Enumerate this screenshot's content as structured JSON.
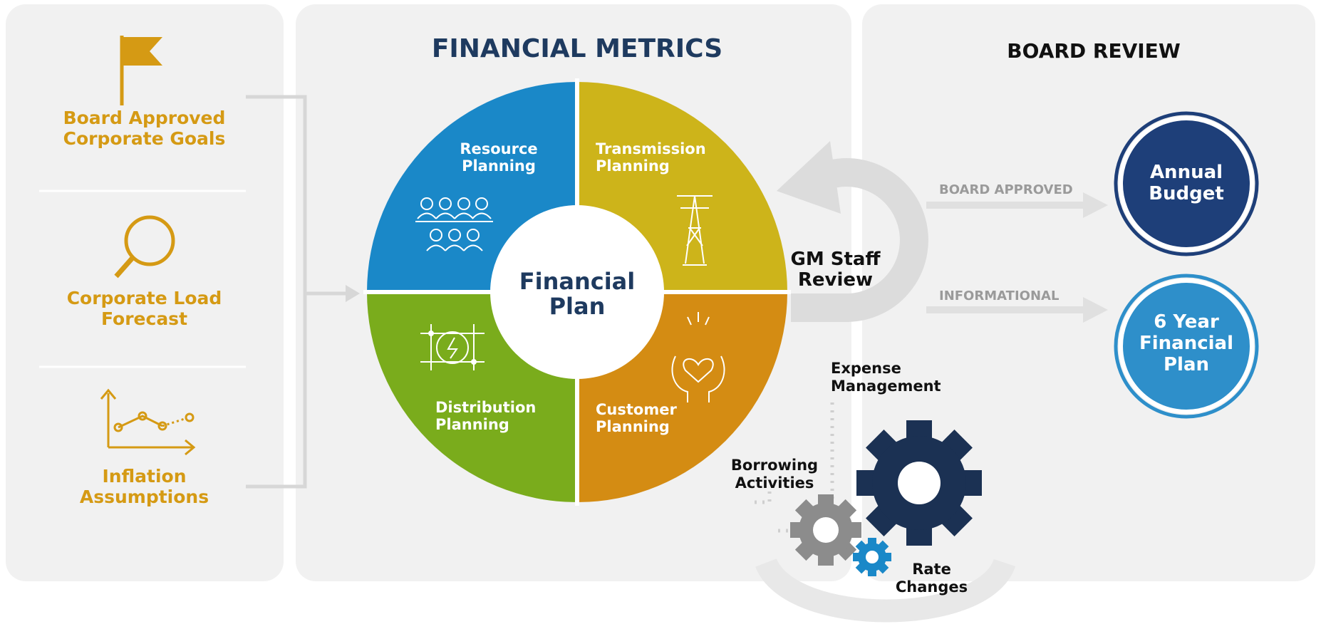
{
  "inputs": {
    "goals": "Board Approved Corporate Goals",
    "load": "Corporate Load Forecast",
    "inflation": "Inflation Assumptions"
  },
  "metrics": {
    "title": "FINANCIAL METRICS",
    "center": "Financial Plan",
    "quadrants": {
      "resource": "Resource Planning",
      "transmission": "Transmission Planning",
      "distribution": "Distribution Planning",
      "customer": "Customer Planning"
    }
  },
  "review": {
    "gm": "GM Staff Review",
    "board_title": "BOARD REVIEW",
    "board_approved": "BOARD APPROVED",
    "informational": "INFORMATIONAL",
    "budget": "Annual Budget",
    "six_year": "6 Year Financial Plan"
  },
  "activities": {
    "expense": "Expense Management",
    "borrowing": "Borrowing Activities",
    "rate": "Rate Changes"
  },
  "colors": {
    "gold": "#d59a14",
    "blue": "#1a88c8",
    "yellow": "#cdb41a",
    "green": "#7aac1c",
    "orange": "#d48c13",
    "navy": "#1e3f79",
    "light_blue": "#2e8fca"
  }
}
